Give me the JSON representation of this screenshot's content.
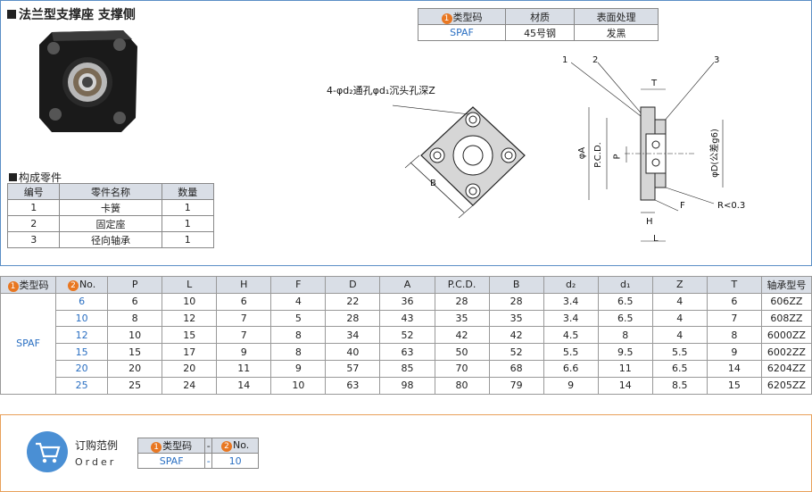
{
  "title": "法兰型支撑座 支撑侧",
  "spec_table": {
    "headers": [
      "类型码",
      "材质",
      "表面处理"
    ],
    "row": [
      "SPAF",
      "45号钢",
      "发黑"
    ]
  },
  "parts": {
    "title": "构成零件",
    "headers": [
      "编号",
      "零件名称",
      "数量"
    ],
    "rows": [
      [
        "1",
        "卡簧",
        "1"
      ],
      [
        "2",
        "固定座",
        "1"
      ],
      [
        "3",
        "径向轴承",
        "1"
      ]
    ]
  },
  "drawing": {
    "hole_note": "4-φd₂通孔φd₁沉头孔深Z",
    "callouts": [
      "1",
      "2",
      "3"
    ],
    "dims": [
      "T",
      "φA",
      "P.C.D.",
      "P",
      "φD(公差g6)",
      "H",
      "L",
      "F",
      "R<0.3",
      "B"
    ]
  },
  "main_table": {
    "headers": [
      "类型码",
      "No.",
      "P",
      "L",
      "H",
      "F",
      "D",
      "A",
      "P.C.D.",
      "B",
      "d₂",
      "d₁",
      "Z",
      "T",
      "轴承型号"
    ],
    "type": "SPAF",
    "rows": [
      [
        "6",
        "6",
        "10",
        "6",
        "4",
        "22",
        "36",
        "28",
        "28",
        "3.4",
        "6.5",
        "4",
        "6",
        "606ZZ"
      ],
      [
        "10",
        "8",
        "12",
        "7",
        "5",
        "28",
        "43",
        "35",
        "35",
        "3.4",
        "6.5",
        "4",
        "7",
        "608ZZ"
      ],
      [
        "12",
        "10",
        "15",
        "7",
        "8",
        "34",
        "52",
        "42",
        "42",
        "4.5",
        "8",
        "4",
        "8",
        "6000ZZ"
      ],
      [
        "15",
        "15",
        "17",
        "9",
        "8",
        "40",
        "63",
        "50",
        "52",
        "5.5",
        "9.5",
        "5.5",
        "9",
        "6002ZZ"
      ],
      [
        "20",
        "20",
        "20",
        "11",
        "9",
        "57",
        "85",
        "70",
        "68",
        "6.6",
        "11",
        "6.5",
        "14",
        "6204ZZ"
      ],
      [
        "25",
        "25",
        "24",
        "14",
        "10",
        "63",
        "98",
        "80",
        "79",
        "9",
        "14",
        "8.5",
        "15",
        "6205ZZ"
      ]
    ]
  },
  "order": {
    "label": "订购范例",
    "label_en": "Order",
    "headers": [
      "类型码",
      "-",
      "No."
    ],
    "row": [
      "SPAF",
      "-",
      "10"
    ]
  },
  "colors": {
    "accent": "#e87722",
    "blue": "#2a6fc2",
    "header_bg": "#d9dee6",
    "frame": "#5b8fc6"
  }
}
